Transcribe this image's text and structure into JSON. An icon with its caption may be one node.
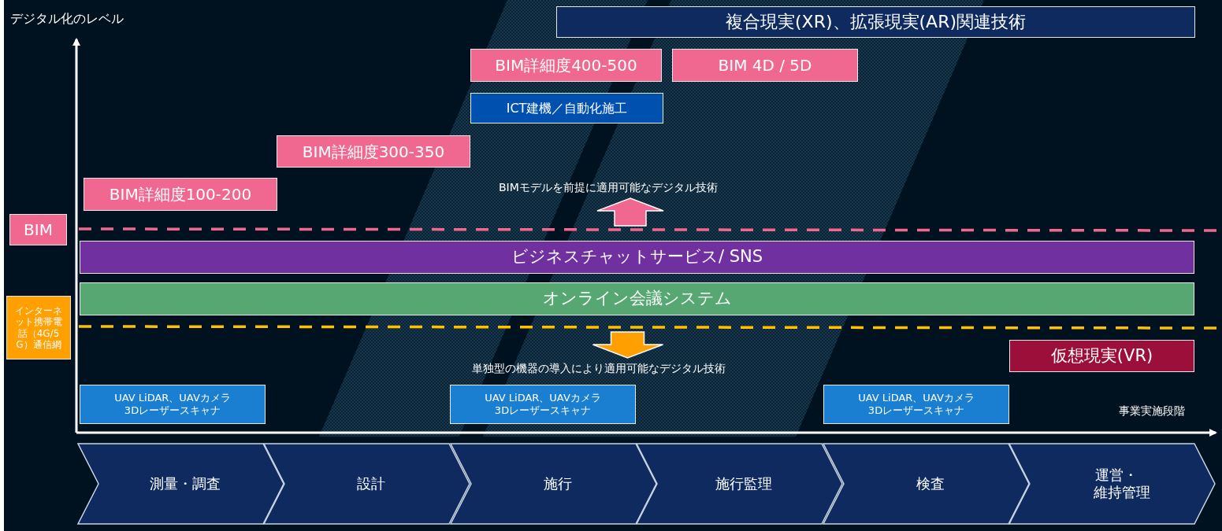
{
  "diagram": {
    "nodes": [
      {
        "text": [
          "複合現実(XR)、拡張現実(AR)関連技術"
        ]
      },
      {
        "text": [
          "BIM詳細度400-500"
        ]
      },
      {
        "text": [
          "BIM 4D / 5D"
        ]
      },
      {
        "text": [
          "ICT建機／自動化施工"
        ]
      },
      {
        "text": [
          "BIM詳細度300-350"
        ]
      },
      {
        "text": [
          "BIM詳細度100-200"
        ]
      },
      {
        "text": [
          "BIM"
        ]
      },
      {
        "text": [
          "ビジネスチャットサービス/ SNS"
        ]
      },
      {
        "text": [
          "オンライン会議システム"
        ]
      },
      {
        "text": [
          "インターネット携帯電話（4G/5G）通信網"
        ]
      },
      {
        "text": [
          "仮想現実(VR)"
        ]
      },
      {
        "text": [
          "UAV LiDAR、UAVカメラ 3Dレーザースキャナ"
        ]
      },
      {
        "text": [
          "UAV LiDAR、UAVカメラ 3Dレーザースキャナ"
        ]
      },
      {
        "text": [
          "UAV LiDAR、UAVカメラ 3Dレーザースキャナ"
        ]
      },
      {
        "text": [
          "測量・調査"
        ]
      },
      {
        "text": [
          "設計"
        ]
      },
      {
        "text": [
          "施行"
        ]
      },
      {
        "text": [
          "施行監理"
        ]
      },
      {
        "text": [
          "検査"
        ]
      },
      {
        "text": [
          "運営・維持管理"
        ]
      }
    ],
    "edges": [
      {
        "from": 8,
        "to": 12,
        "arrow": "to"
      }
    ],
    "labels": [
      "デジタル化のレベル",
      "BIMモデルを前提に適用可能なデジタル技術",
      "単独型の機器の導入により適用可能なデジタル技術",
      "事業実施段階"
    ]
  }
}
